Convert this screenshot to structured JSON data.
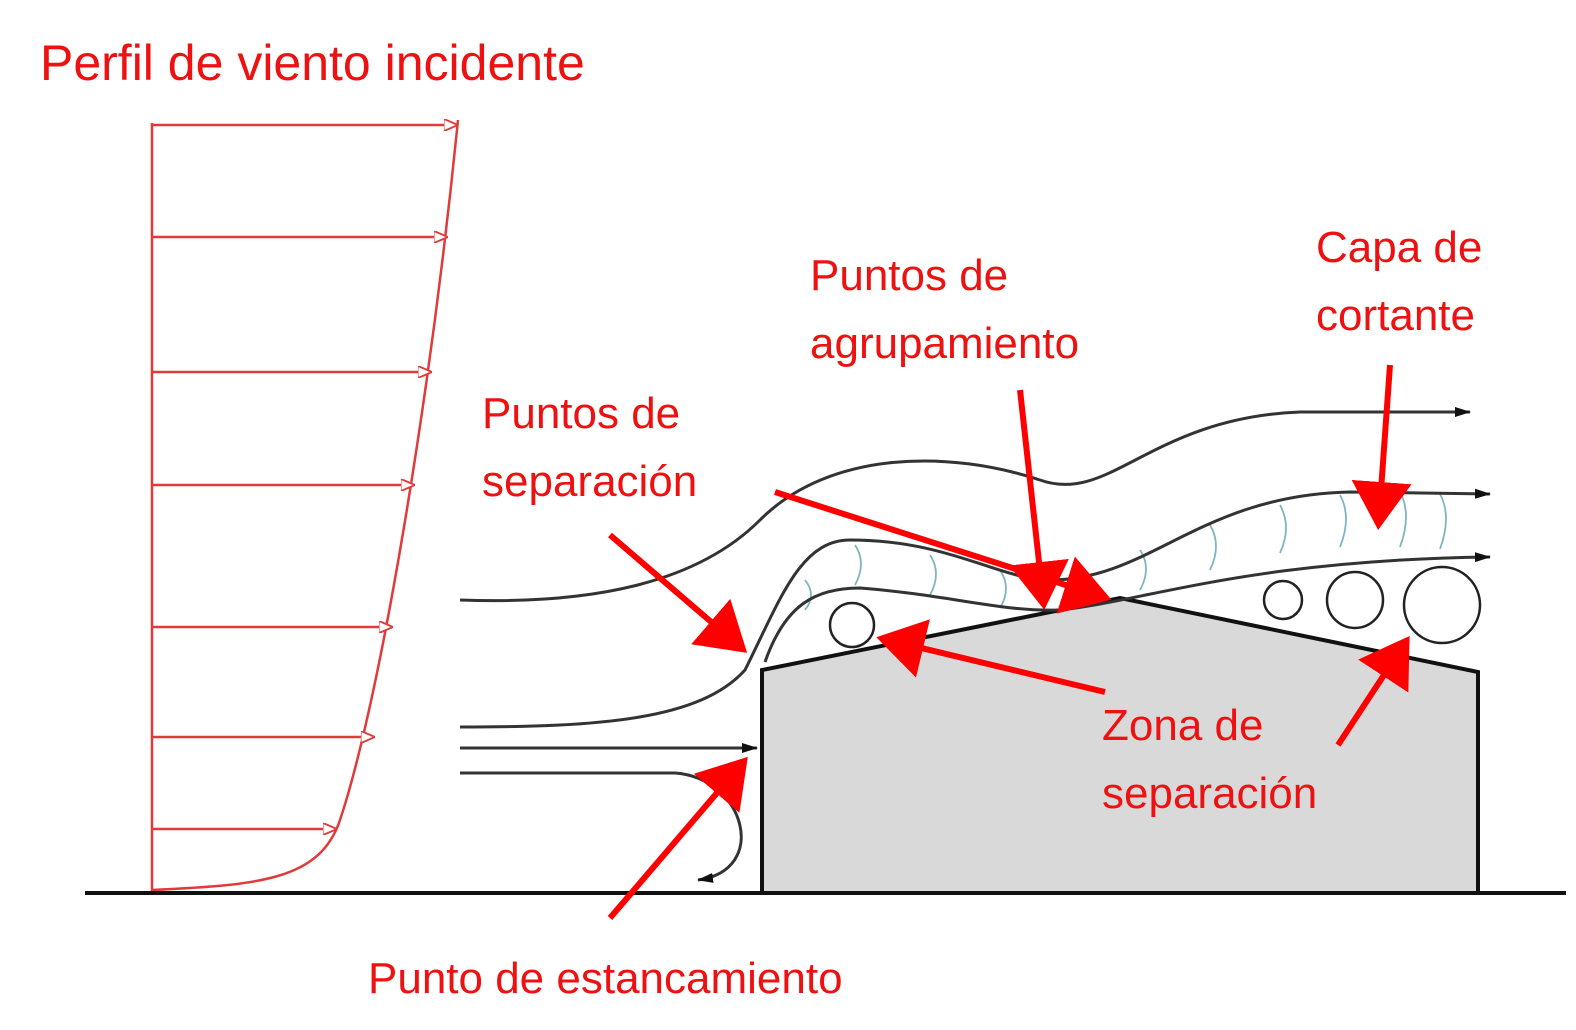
{
  "title": "Perfil de viento incidente",
  "labels": {
    "separation_points": [
      "Puntos de",
      "separación"
    ],
    "reattachment_points": [
      "Puntos de",
      "agrupamiento"
    ],
    "shear_layer": [
      "Capa de",
      "cortante"
    ],
    "separation_zone": [
      "Zona de",
      "separación"
    ],
    "stagnation_point": "Punto de estancamiento"
  },
  "colors": {
    "annotation": "#ff0000",
    "building": "#d9d9d9",
    "profile": "#e03a3a",
    "shear": "#7fb5c2"
  }
}
